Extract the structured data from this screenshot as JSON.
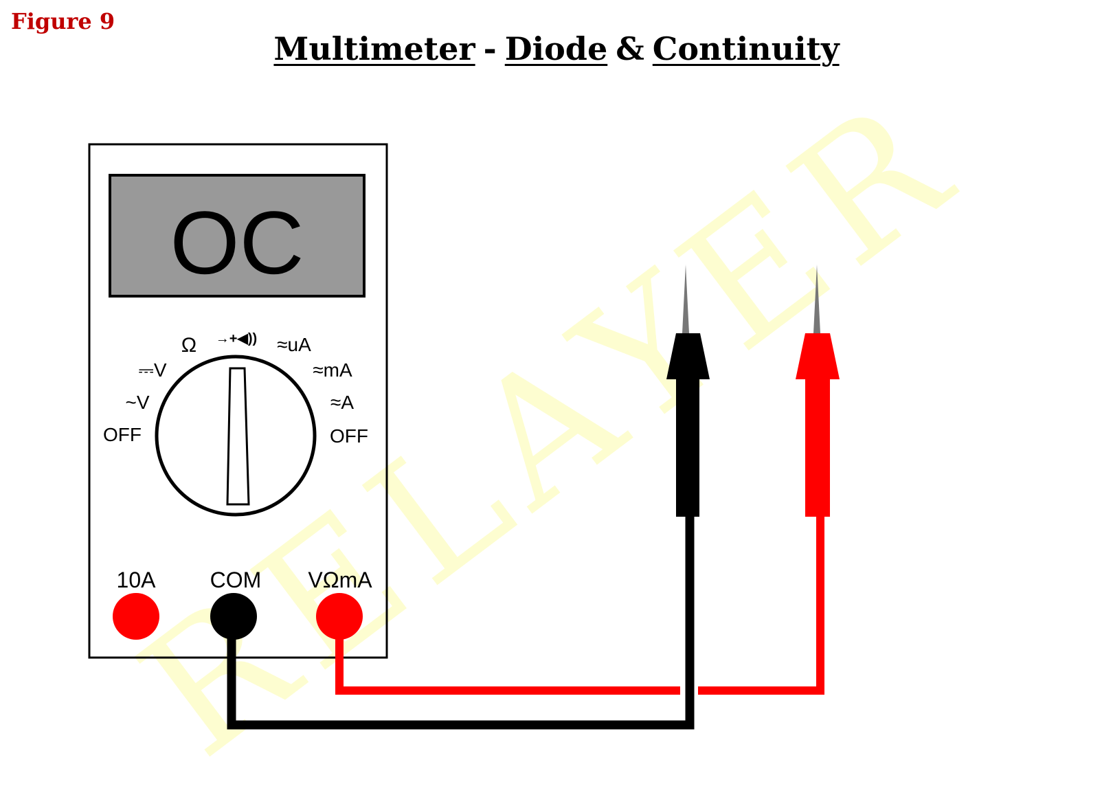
{
  "figure_label": "Figure 9",
  "title": {
    "part1": "Multimeter",
    "sep1": "-",
    "part2": "Diode",
    "sep2": "&",
    "part3": "Continuity"
  },
  "display": {
    "reading": "OC"
  },
  "dial": {
    "labels": {
      "ohm": "Ω",
      "diode_continuity": "→+◀))",
      "dc_v": "⎓V",
      "ac_v": "~V",
      "off_left": "OFF",
      "ua": "≈uA",
      "ma": "≈mA",
      "a": "≈A",
      "off_right": "OFF"
    },
    "selected": "diode_continuity"
  },
  "ports": {
    "a10": "10A",
    "com": "COM",
    "vohm": "VΩmA"
  },
  "colors": {
    "lead_black": "#000000",
    "lead_red": "#ff0000",
    "display_bg": "#999999",
    "title_red": "#c00000"
  },
  "watermark": "RELAYER"
}
